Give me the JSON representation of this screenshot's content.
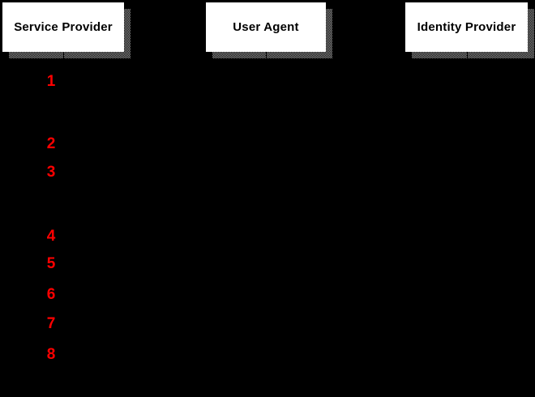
{
  "diagram": {
    "type": "sequence-diagram",
    "background_color": "#000000",
    "actors": [
      {
        "label": "Service Provider"
      },
      {
        "label": "User Agent"
      },
      {
        "label": "Identity Provider"
      }
    ],
    "steps": [
      {
        "number": "1"
      },
      {
        "number": "2"
      },
      {
        "number": "3"
      },
      {
        "number": "4"
      },
      {
        "number": "5"
      },
      {
        "number": "6"
      },
      {
        "number": "7"
      },
      {
        "number": "8"
      }
    ],
    "colors": {
      "actor_box_bg": "#FFFFFF",
      "actor_box_text": "#000000",
      "actor_shadow_gray": "#9A9A9A",
      "step_number_red": "#FF0000"
    }
  }
}
